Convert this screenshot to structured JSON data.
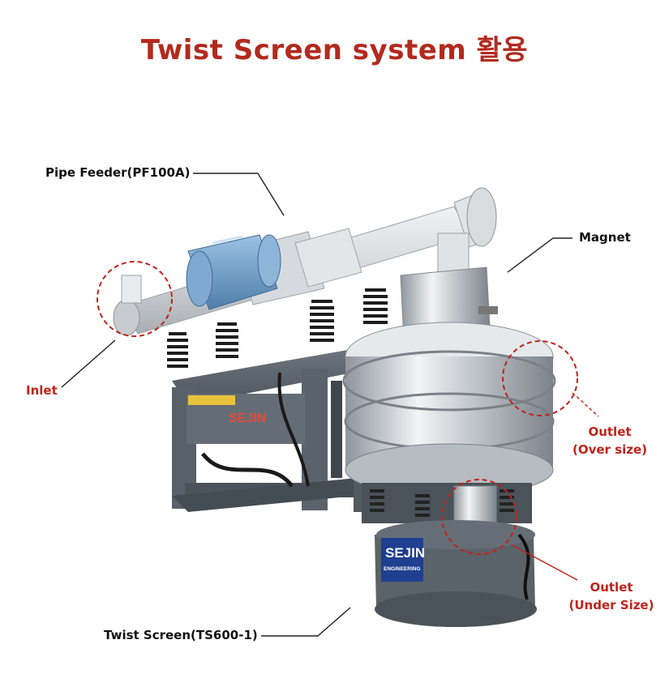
{
  "title": "Twist Screen system 활용",
  "labels": {
    "pipe_feeder": "Pipe Feeder(PF100A)",
    "magnet": "Magnet",
    "inlet": "Inlet",
    "outlet_over_1": "Outlet",
    "outlet_over_2": "(Over size)",
    "outlet_under_1": "Outlet",
    "outlet_under_2": "(Under Size)",
    "twist_screen": "Twist Screen(TS600-1)"
  },
  "machine_text": {
    "frame_brand": "SEJIN",
    "base_brand": "SEJIN",
    "base_sub": "ENGINEERING"
  },
  "colors": {
    "title": "#b22a1e",
    "callout_red": "#c0231a",
    "frame": "#5d6670",
    "pipe": "#d9dde1",
    "motor": "#6f9cc6",
    "steel": "#c7ccd1"
  }
}
